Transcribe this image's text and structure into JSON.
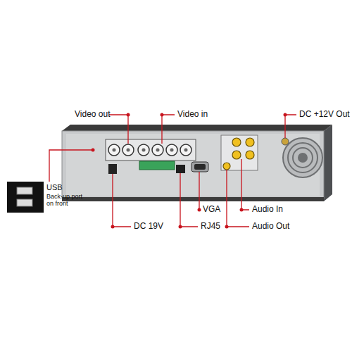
{
  "diagram": {
    "labels": [
      "Video out",
      "Video in",
      "DC +12V Out",
      "USB",
      "Back-up port on front",
      "VGA",
      "DC 19V",
      "RJ45",
      "Audio In",
      "Audio Out"
    ]
  }
}
